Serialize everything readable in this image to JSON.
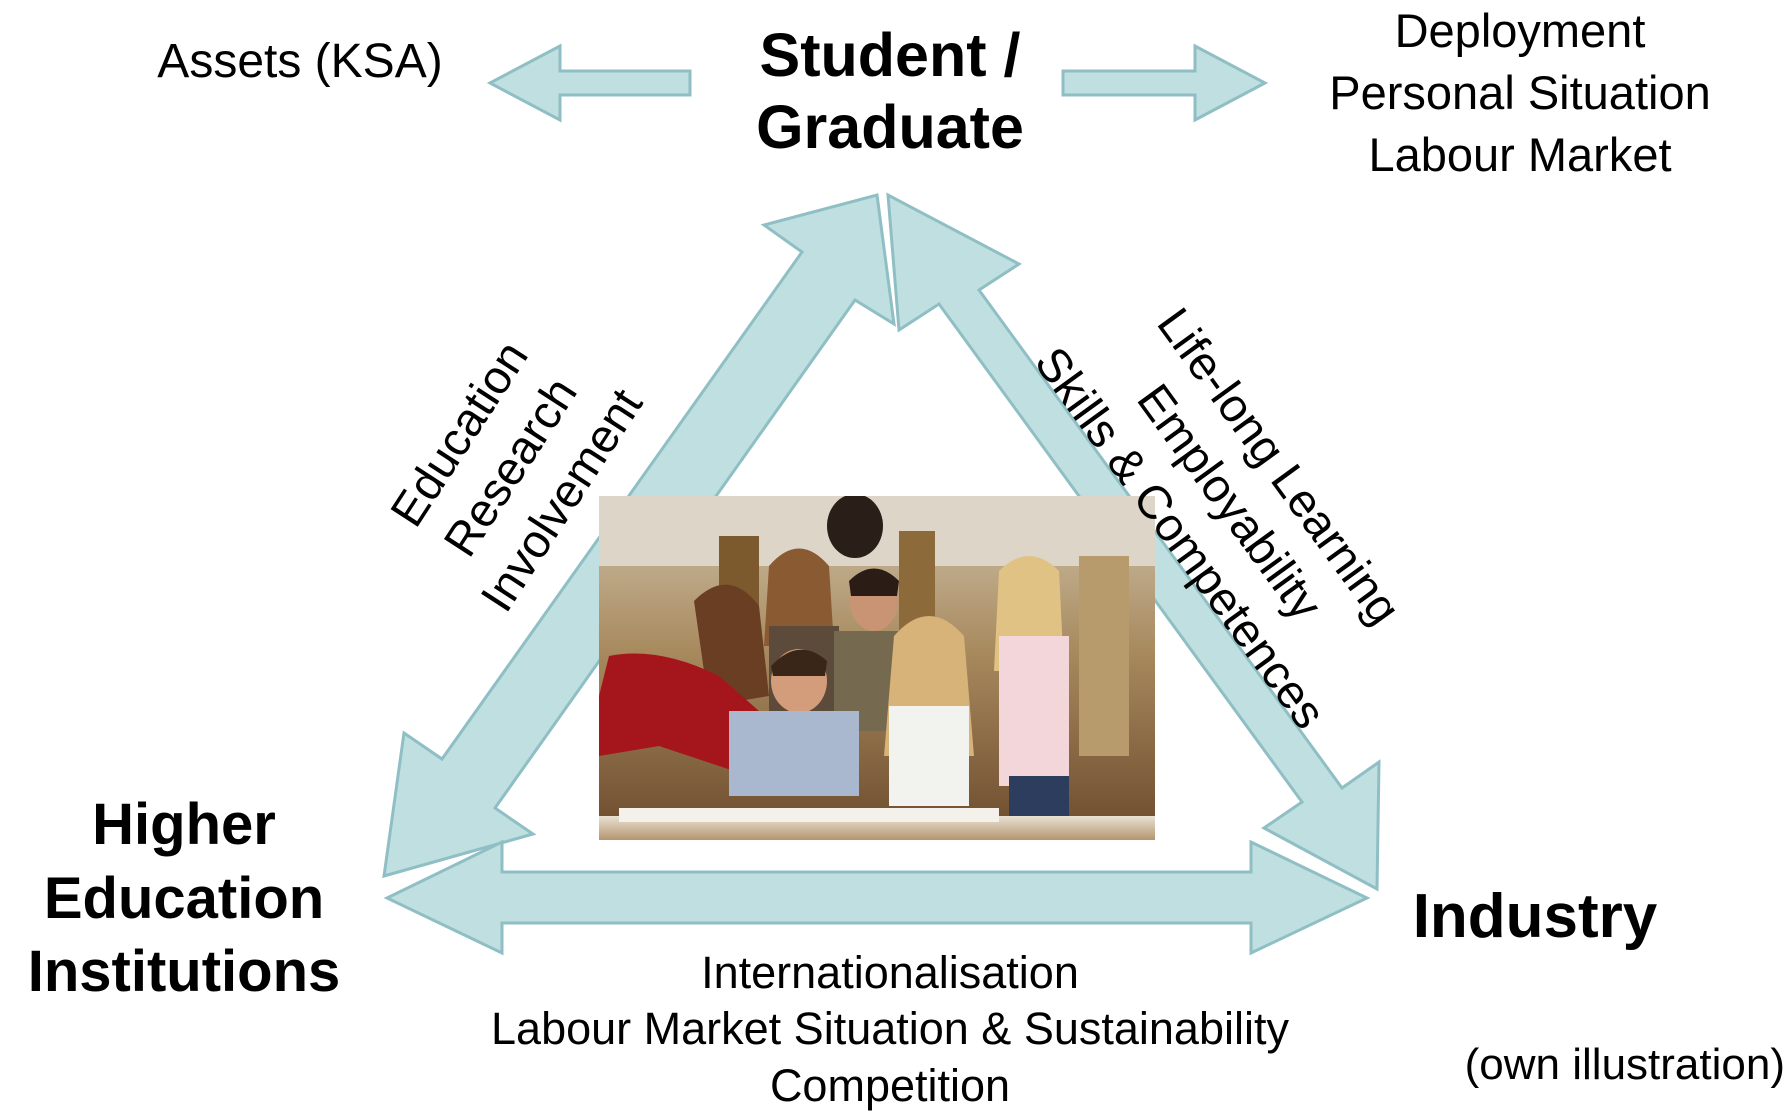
{
  "colors": {
    "arrow_fill": "#bfdfe1",
    "arrow_stroke": "#8fbfc4",
    "text": "#000000"
  },
  "nodes": {
    "student": [
      "Student  /",
      "Graduate"
    ],
    "hei": [
      "Higher",
      "Education",
      "Institutions"
    ],
    "industry": "Industry"
  },
  "side_labels": {
    "assets": "Assets (KSA)",
    "deployment": [
      "Deployment",
      "Personal Situation",
      "Labour Market"
    ]
  },
  "edge_labels": {
    "left": [
      "Education",
      "Research",
      "Involvement"
    ],
    "right": [
      "Life-long Learning",
      "Employability",
      "Skills & Competences"
    ],
    "bottom": [
      "Internationalisation",
      "Labour Market Situation & Sustainability",
      "Competition"
    ]
  },
  "credit": "(own illustration)",
  "photo": {
    "icon": "group-of-students-studying-photo"
  }
}
